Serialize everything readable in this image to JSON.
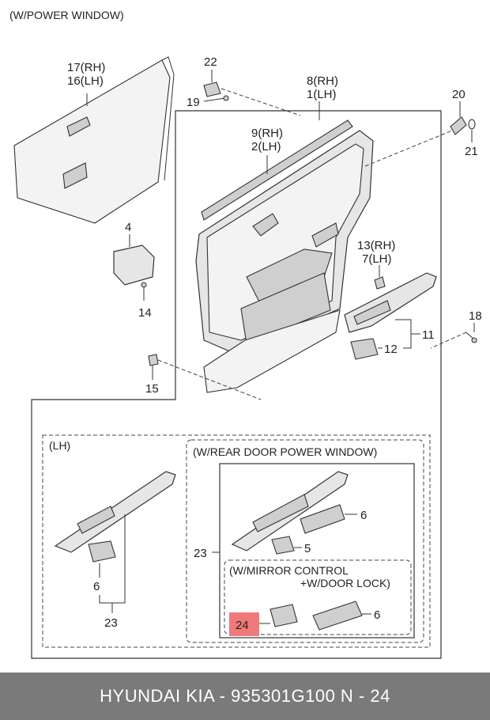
{
  "header": {
    "title": "(W/POWER WINDOW)"
  },
  "callouts": {
    "c17_16": [
      "17(RH)",
      "16(LH)"
    ],
    "c22": "22",
    "c19": "19",
    "c8_1": [
      "8(RH)",
      "1(LH)"
    ],
    "c20": "20",
    "c21": "21",
    "c9_2": [
      "9(RH)",
      "2(LH)"
    ],
    "c4": "4",
    "c14": "14",
    "c13_7": [
      "13(RH)",
      "7(LH)"
    ],
    "c18": "18",
    "c11": "11",
    "c12": "12",
    "c15": "15",
    "lh_6": "6",
    "lh_23": "23",
    "rear_6a": "6",
    "rear_5": "5",
    "rear_23": "23",
    "mirror_24": "24",
    "mirror_6": "6"
  },
  "insets": {
    "lh_label": "(LH)",
    "rear_label": "(W/REAR DOOR POWER WINDOW)",
    "mirror_label": [
      "(W/MIRROR CONTROL",
      "+W/DOOR LOCK)"
    ]
  },
  "highlight": {
    "part": "24",
    "color": "#f07a7a"
  },
  "footer": {
    "text": "HYUNDAI  KIA - 935301G100     N - 24"
  }
}
